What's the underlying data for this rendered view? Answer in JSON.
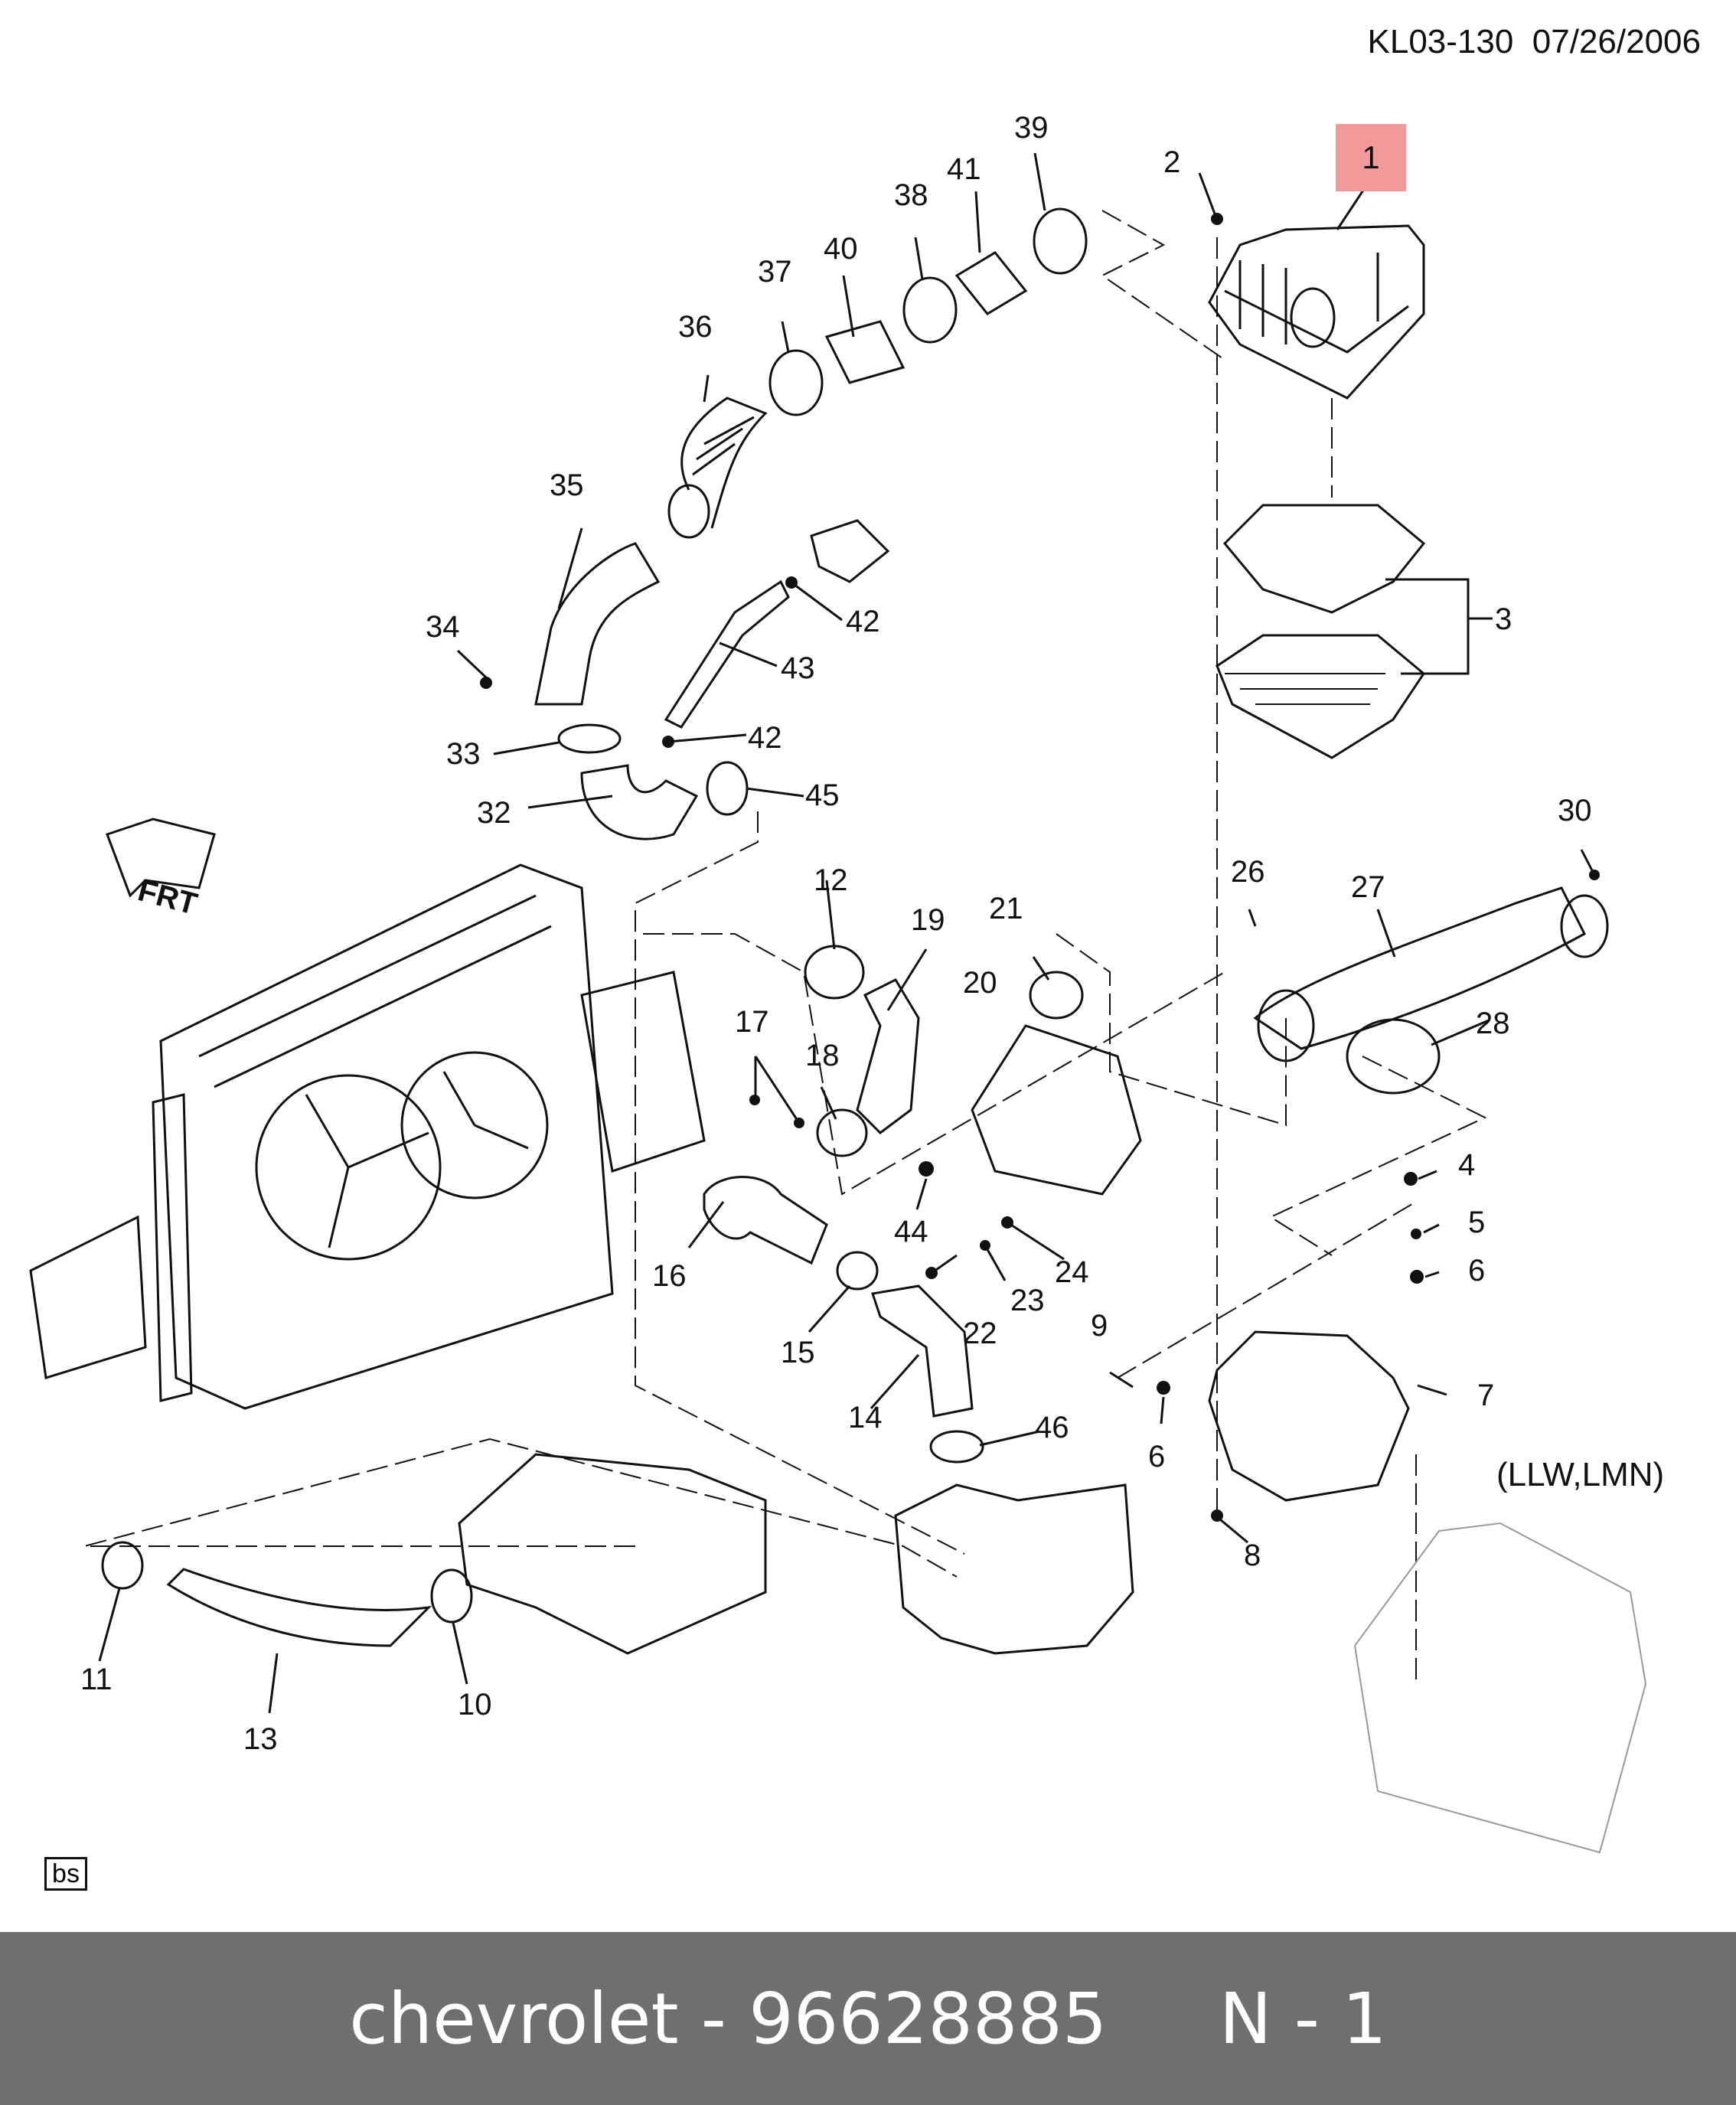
{
  "header": {
    "code": "KL03-130",
    "date": "07/26/2006"
  },
  "variant_note": "(LLW,LMN)",
  "corner_label": "bs",
  "direction_label": "FRT",
  "selected_callout": "1",
  "callouts": [
    "1",
    "2",
    "3",
    "4",
    "5",
    "6",
    "6",
    "7",
    "8",
    "9",
    "10",
    "11",
    "12",
    "13",
    "14",
    "15",
    "16",
    "17",
    "18",
    "19",
    "20",
    "21",
    "22",
    "23",
    "24",
    "26",
    "27",
    "28",
    "30",
    "32",
    "33",
    "34",
    "35",
    "36",
    "37",
    "38",
    "39",
    "40",
    "41",
    "42",
    "42",
    "43",
    "44",
    "45",
    "46"
  ],
  "footer": {
    "brand": "chevrolet",
    "part_number": "96628885",
    "position": "N - 1"
  },
  "colors": {
    "footer_bg": "#6f6f6f",
    "footer_text": "#ffffff",
    "highlight": "#f29a9a",
    "line": "#111111"
  }
}
